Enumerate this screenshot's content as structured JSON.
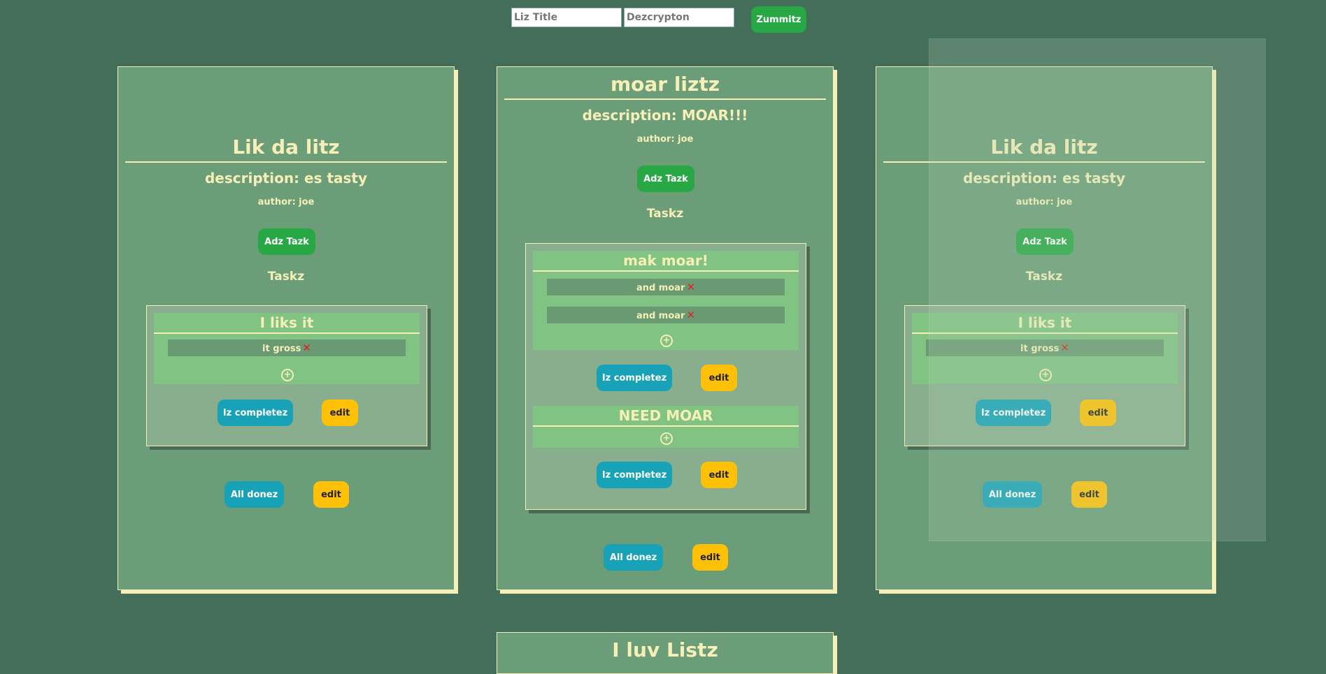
{
  "form": {
    "title_placeholder": "Liz Title",
    "desc_placeholder": "Dezcrypton",
    "submit_label": "Zummitz"
  },
  "lists": [
    {
      "title": "Lik da litz",
      "description": "description: es tasty",
      "author": "author: joe",
      "add_task_label": "Adz Tazk",
      "tasks_header": "Taskz",
      "tasks": [
        {
          "title": "I liks it",
          "subtasks": [
            "it gross"
          ],
          "complete_label": "Iz completez",
          "edit_label": "edit"
        }
      ],
      "all_done_label": "All donez",
      "edit_label": "edit"
    },
    {
      "title": "moar liztz",
      "description": "description: MOAR!!!",
      "author": "author: joe",
      "add_task_label": "Adz Tazk",
      "tasks_header": "Taskz",
      "tasks": [
        {
          "title": "mak moar!",
          "subtasks": [
            "and moar",
            "and moar"
          ],
          "complete_label": "Iz completez",
          "edit_label": "edit"
        },
        {
          "title": "NEED MOAR",
          "subtasks": [],
          "complete_label": "Iz completez",
          "edit_label": "edit"
        }
      ],
      "all_done_label": "All donez",
      "edit_label": "edit"
    },
    {
      "title": "Lik da litz",
      "description": "description: es tasty",
      "author": "author: joe",
      "add_task_label": "Adz Tazk",
      "tasks_header": "Taskz",
      "tasks": [
        {
          "title": "I liks it",
          "subtasks": [
            "it gross"
          ],
          "complete_label": "Iz completez",
          "edit_label": "edit"
        }
      ],
      "all_done_label": "All donez",
      "edit_label": "edit"
    },
    {
      "title": "I luv Listz"
    }
  ],
  "icons": {
    "remove": "x-icon",
    "add": "plus-circle-icon"
  },
  "colors": {
    "background": "#426e5a",
    "card": "#6b9d78",
    "accent_text": "#f6efb8",
    "green": "#28a745",
    "teal": "#17a2b8",
    "yellow": "#ffc107"
  }
}
